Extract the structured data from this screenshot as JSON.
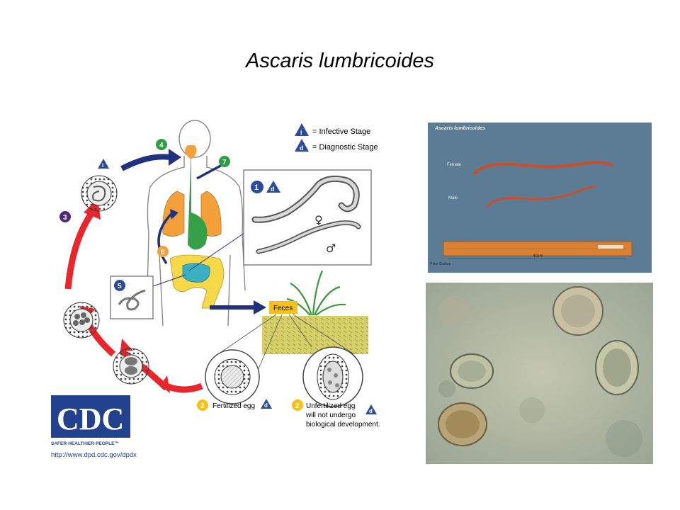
{
  "slide": {
    "title": "Ascaris lumbricoides"
  },
  "lifecycle": {
    "legend": [
      {
        "letter": "i",
        "text": "= Infective Stage"
      },
      {
        "letter": "d",
        "text": "= Diagnostic Stage"
      }
    ],
    "steps": [
      "1",
      "2",
      "3",
      "4",
      "5",
      "6",
      "7"
    ],
    "feces_label": "Feces",
    "fertilized_egg": "Fertilized egg",
    "unfertilized_egg": [
      "Unfertilized egg",
      "will not undergo",
      "biological development."
    ],
    "female_symbol": "♀",
    "male_symbol": "♂",
    "logo_text": "CDC",
    "logo_tagline": "SAFER·HEALTHIER·PEOPLE™",
    "url": "http://www.dpd.cdc.gov/dpdx",
    "colors": {
      "arrow_red": "#e8262b",
      "arrow_blue": "#21317f",
      "badge_green": "#2e9d45",
      "badge_purple": "#4b2a78",
      "badge_orange": "#f4a13b",
      "badge_yellow": "#f5c018",
      "badge_blue": "#2b4b9b"
    }
  },
  "worm_photo": {
    "title": "Ascaris lumbricoides",
    "female_label": "Female",
    "male_label": "Male",
    "ruler_label": "40cm",
    "credit": "Peter Darben"
  }
}
